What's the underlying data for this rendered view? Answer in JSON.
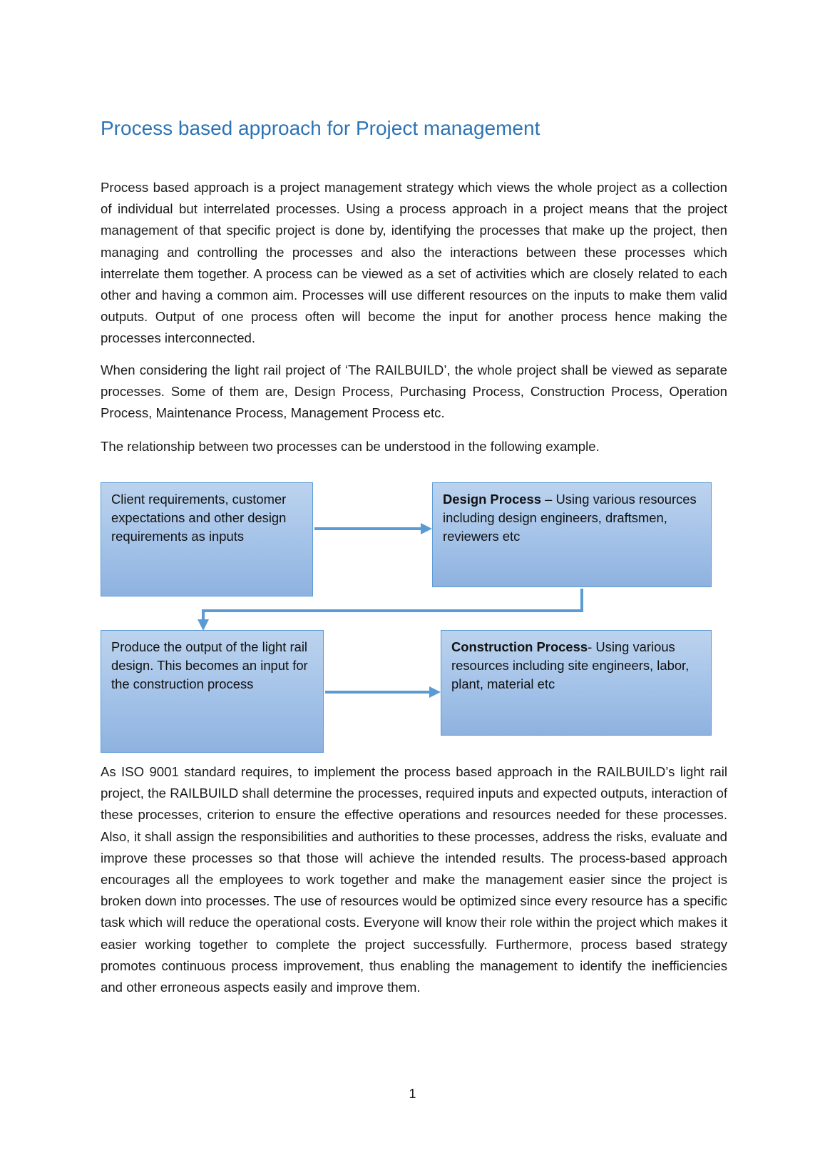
{
  "heading": "Process based approach for Project management",
  "paragraphs": {
    "p1": "Process based approach is a project management strategy which views the whole project as a collection of individual but interrelated processes. Using a process approach in a project means that the project management of that specific project is done by, identifying the processes that make up the project, then managing and controlling the processes and also the interactions between these processes which interrelate them together. A process can be viewed as a set of activities which are closely related to each other and having a common aim. Processes will use different resources on the inputs to make them valid outputs. Output of one process often will become the input for another process hence making the processes interconnected.",
    "p2": "When considering the light rail project of ‘The RAILBUILD’, the whole project shall be viewed as separate processes. Some of them are, Design Process, Purchasing Process, Construction Process, Operation Process, Maintenance Process, Management Process etc.",
    "p3": "The relationship between two processes can be understood in the following example.",
    "p4": "As ISO 9001 standard requires, to implement the process based approach in the RAILBUILD’s light rail project, the RAILBUILD shall determine the processes, required inputs and expected outputs, interaction of these processes, criterion to ensure the effective operations and resources needed for these processes. Also, it shall assign the responsibilities and authorities to these processes, address the risks, evaluate and improve these processes so that those will achieve the intended results. The process-based approach encourages all the employees to work together and make the management easier since the project is broken down into processes. The use of resources would be optimized since every resource has a specific task which will reduce the operational costs. Everyone will know their role within the project which makes it easier working together to complete the project successfully. Furthermore, process based strategy promotes continuous process improvement, thus enabling the management to identify the inefficiencies and other erroneous aspects easily and improve them."
  },
  "diagram": {
    "box1": {
      "text": "Client requirements, customer expectations and other design requirements as inputs"
    },
    "box2": {
      "bold": "Design Process",
      "text": " – Using various resources including design engineers, draftsmen, reviewers etc"
    },
    "box3": {
      "text": "Produce the output of the light rail design. This becomes an input for the construction process"
    },
    "box4": {
      "bold": "Construction Process",
      "text": "- Using various resources including site engineers, labor, plant, material etc"
    },
    "colors": {
      "box_fill": "#a3c2e8",
      "box_border": "#5b9bd5",
      "arrow": "#5b9bd5",
      "heading": "#2e74b5"
    }
  },
  "page_number": "1"
}
